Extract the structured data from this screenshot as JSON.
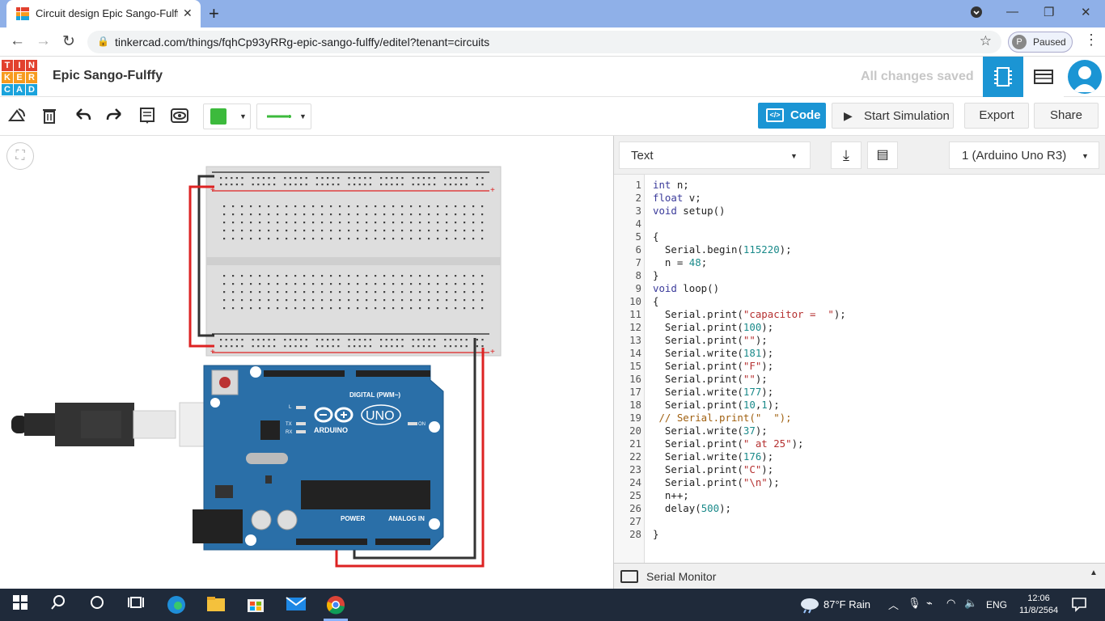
{
  "browser": {
    "tab_title": "Circuit design Epic Sango-Fulffy |",
    "url": "tinkercad.com/things/fqhCp93yRRg-epic-sango-fulffy/editel?tenant=circuits",
    "profile_initial": "P",
    "profile_status": "Paused"
  },
  "header": {
    "logo_letters": [
      "T",
      "I",
      "N",
      "K",
      "E",
      "R",
      "C",
      "A",
      "D"
    ],
    "logo_colors": [
      "#e2412e",
      "#e2412e",
      "#e2412e",
      "#f79a1e",
      "#f79a1e",
      "#f79a1e",
      "#1ba3dc",
      "#1ba3dc",
      "#1ba3dc"
    ],
    "design_name": "Epic Sango-Fulffy",
    "save_status": "All changes saved"
  },
  "toolbar": {
    "code_label": "Code",
    "start_sim_label": "Start Simulation",
    "export_label": "Export",
    "share_label": "Share",
    "color_value": "#3cba3c"
  },
  "code_panel": {
    "mode_value": "Text",
    "device_value": "1 (Arduino Uno R3)",
    "serial_monitor_label": "Serial Monitor"
  },
  "arduino": {
    "brand": "ARDUINO",
    "model": "UNO",
    "digital_label": "DIGITAL (PWM~)",
    "power_label": "POWER",
    "analog_label": "ANALOG IN",
    "on_label": "ON",
    "tx_label": "TX",
    "rx_label": "RX",
    "l_label": "L"
  },
  "code_lines": [
    "int n;",
    "float v;",
    "void setup()",
    "",
    "{",
    "  Serial.begin(115220);",
    "  n = 48;",
    "}",
    "void loop()",
    "{",
    "  Serial.print(\"capacitor =  \");",
    "  Serial.print(100);",
    "  Serial.print(\"\");",
    "  Serial.write(181);",
    "  Serial.print(\"F\");",
    "  Serial.print(\"\");",
    "  Serial.write(177);",
    "  Serial.print(10,1);",
    " // Serial.print(\"  \");",
    "  Serial.write(37);",
    "  Serial.print(\" at 25\");",
    "  Serial.write(176);",
    "  Serial.print(\"C\");",
    "  Serial.print(\"\\n\");",
    "  n++;",
    "  delay(500);",
    "",
    "}"
  ],
  "taskbar": {
    "weather": "87°F  Rain",
    "language": "ENG",
    "time": "12:06",
    "date": "11/8/2564"
  },
  "icons": [
    "tinkercad-favicon",
    "close-icon",
    "new-tab-icon",
    "back-icon",
    "forward-icon",
    "reload-icon",
    "lock-icon",
    "star-icon",
    "menu-icon",
    "rotate-icon",
    "delete-icon",
    "undo-icon",
    "redo-icon",
    "notes-icon",
    "visibility-icon",
    "code-icon",
    "play-icon",
    "download-icon",
    "library-icon",
    "serial-monitor-icon",
    "windows-icon",
    "search-icon"
  ]
}
